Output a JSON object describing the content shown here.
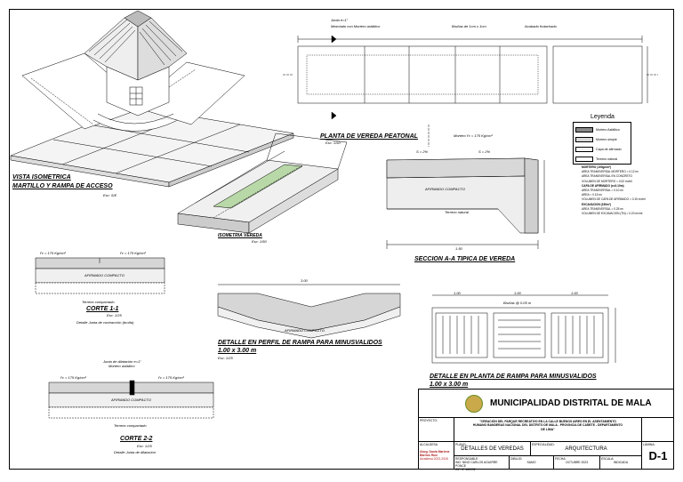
{
  "drawings": {
    "iso_title": "VISTA ISOMETRICA",
    "iso_subtitle": "MARTILLO Y RAMPA DE ACCESO",
    "iso_scale": "Esc: S/E",
    "iso_vereda_title": "ISOMETRIA VEREDA",
    "iso_vereda_scale": "Esc: 1/50",
    "planta_title": "PLANTA DE VEREDA PEATONAL",
    "planta_scale": "Esc: 1/50",
    "planta_note1": "Junta e=1\"",
    "planta_note2": "Mezclado con Mortero asfáltico",
    "planta_note3": "Bruñas de 1cm x 1cm",
    "planta_note4": "Acabado frotachado",
    "seccion_title": "SECCION A-A TIPICA DE VEREDA",
    "seccion_note": "Mortero f'c = 175 Kg/cm²",
    "seccion_slope1": "S = 2%",
    "seccion_slope2": "S = 2%",
    "seccion_layer1": "AFIRMADO COMPACTO",
    "seccion_layer2": "Terreno natural",
    "seccion_dim": "1.50",
    "corte1_title": "CORTE 1-1",
    "corte1_scale": "Esc: 1/25",
    "corte1_note": "Detalle Junta de contracción (bruña)",
    "corte1_fc1": "f'c = 175 Kg/cm²",
    "corte1_fc2": "f'c = 175 Kg/cm²",
    "corte1_layer": "AFIRMADO COMPACTO",
    "corte1_ground": "Terreno compactado",
    "corte2_title": "CORTE 2-2",
    "corte2_scale": "Esc: 1/25",
    "corte2_note": "Detalle Junta de dilatación",
    "corte2_junta1": "Junta de dilatación e=1\"",
    "corte2_junta2": "Mortero asfáltico",
    "corte2_fc1": "f'c = 175 Kg/cm²",
    "corte2_fc2": "f'c = 175 Kg/cm²",
    "corte2_layer": "AFIRMADO COMPACTO",
    "corte2_ground": "Terreno compactado",
    "perfil_title": "DETALLE EN PERFIL DE RAMPA PARA MINUSVALIDOS",
    "perfil_sub": "1.00 x 3.00 m",
    "perfil_scale": "Esc: 1/25",
    "perfil_layer": "AFIRMADO COMPACTO",
    "perfil_dim": "3.00",
    "planta_rampa_title": "DETALLE EN PLANTA DE RAMPA PARA MINUSVALIDOS",
    "planta_rampa_sub": "1.00 x 3.00 m",
    "planta_rampa_scale": "Esc: 1/25",
    "planta_rampa_dims": [
      "1.00",
      "1.00",
      "1.00"
    ],
    "planta_rampa_note": "Bruñas @ 0.05 m"
  },
  "legend": {
    "title": "Leyenda",
    "items": [
      {
        "label": "Mortero Asfáltico",
        "color": "#888888"
      },
      {
        "label": "Mortero simple",
        "color": "#d9d9d9"
      },
      {
        "label": "Capa de afirmado",
        "color": "#f4f4f4"
      },
      {
        "label": "Terreno natural",
        "color": "#ffffff"
      }
    ]
  },
  "notes": [
    "MORTERO (100g/cm²)",
    "AREA TRANSVERSAL MORTERO = 0.12 m²",
    "AREA TRANSVERSAL EN CONCRETO",
    "VOLUMEN DE MORTERO = 0.02 m³/ml",
    "CAPA DE AFIRMADO (e=0.10m)",
    "AREA TRANSVERSAL = 0.10 m²",
    "AREA = 0.15 m²",
    "VOLUMEN DE CAPA DE AFIRMADO = 0.15 m³/ml",
    "EXCAVACION (150m³)",
    "AREA TRANSVERSAL = 0.25 m²",
    "VOLUMEN DE EXCAVACION (TN) = 0.20 m³/ml"
  ],
  "title_block": {
    "org": "MUNICIPALIDAD DISTRITAL DE MALA",
    "project_label": "PROYECTO:",
    "project": "\"CREACIÓN DEL PARQUE RECREATIVO EN LA CALLE BUENOS AIRES EN EL ASENTAMIENTO HUMANO BANDERAS NACIONAL DEL DISTRITO DE MALA - PROVINCIA DE CAÑETE - DEPARTAMENTO DE LIMA\"",
    "signer_label": "ALCALDESA",
    "signer_name": "Abog. Dania Marlene Barrios Ruiz",
    "signer_role": "Alcaldesa 2023-2026",
    "plano_label": "PLANO:",
    "plano": "DETALLES DE VEREDAS",
    "especialidad_label": "ESPECIALIDAD:",
    "especialidad": "ARQUITECTURA",
    "responsable_label": "RESPONSABLE:",
    "responsable": "ING. NINO CARLOS AGUIRRE PONCE",
    "cip": "CIP N° 160992",
    "dibujo_label": "DIBUJO:",
    "dibujo": "SAMO",
    "fecha_label": "FECHA:",
    "fecha": "OCTUBRE 2023",
    "escala_label": "ESCALA:",
    "escala": "INDICADA",
    "lamina_label": "LÁMINA:",
    "lamina": "D-1"
  }
}
